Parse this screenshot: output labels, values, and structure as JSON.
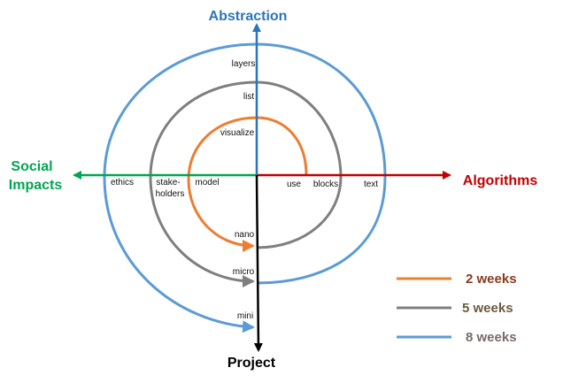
{
  "colors": {
    "up": "#2e75b6",
    "left": "#00a651",
    "right": "#c00000",
    "down": "#000000",
    "orange": "#ed7d31",
    "gray": "#7f7f7f",
    "blue": "#5b9bd5",
    "legend_text_1": "#8a3b1e",
    "legend_text_2": "#6b5a3e",
    "legend_text_3": "#7a6a6a"
  },
  "axes": {
    "up": "Abstraction",
    "left_line1": "Social",
    "left_line2": "Impacts",
    "right": "Algorithms",
    "down": "Project"
  },
  "labels": {
    "layers": "layers",
    "list": "list",
    "visualize": "visualize",
    "ethics": "ethics",
    "stake_line1": "stake-",
    "stake_line2": "holders",
    "model": "model",
    "use": "use",
    "blocks": "blocks",
    "text": "text",
    "nano": "nano",
    "micro": "micro",
    "mini": "mini"
  },
  "legend": [
    {
      "label": "2 weeks",
      "color": "orange"
    },
    {
      "label": "5 weeks",
      "color": "gray"
    },
    {
      "label": "8 weeks",
      "color": "blue"
    }
  ]
}
